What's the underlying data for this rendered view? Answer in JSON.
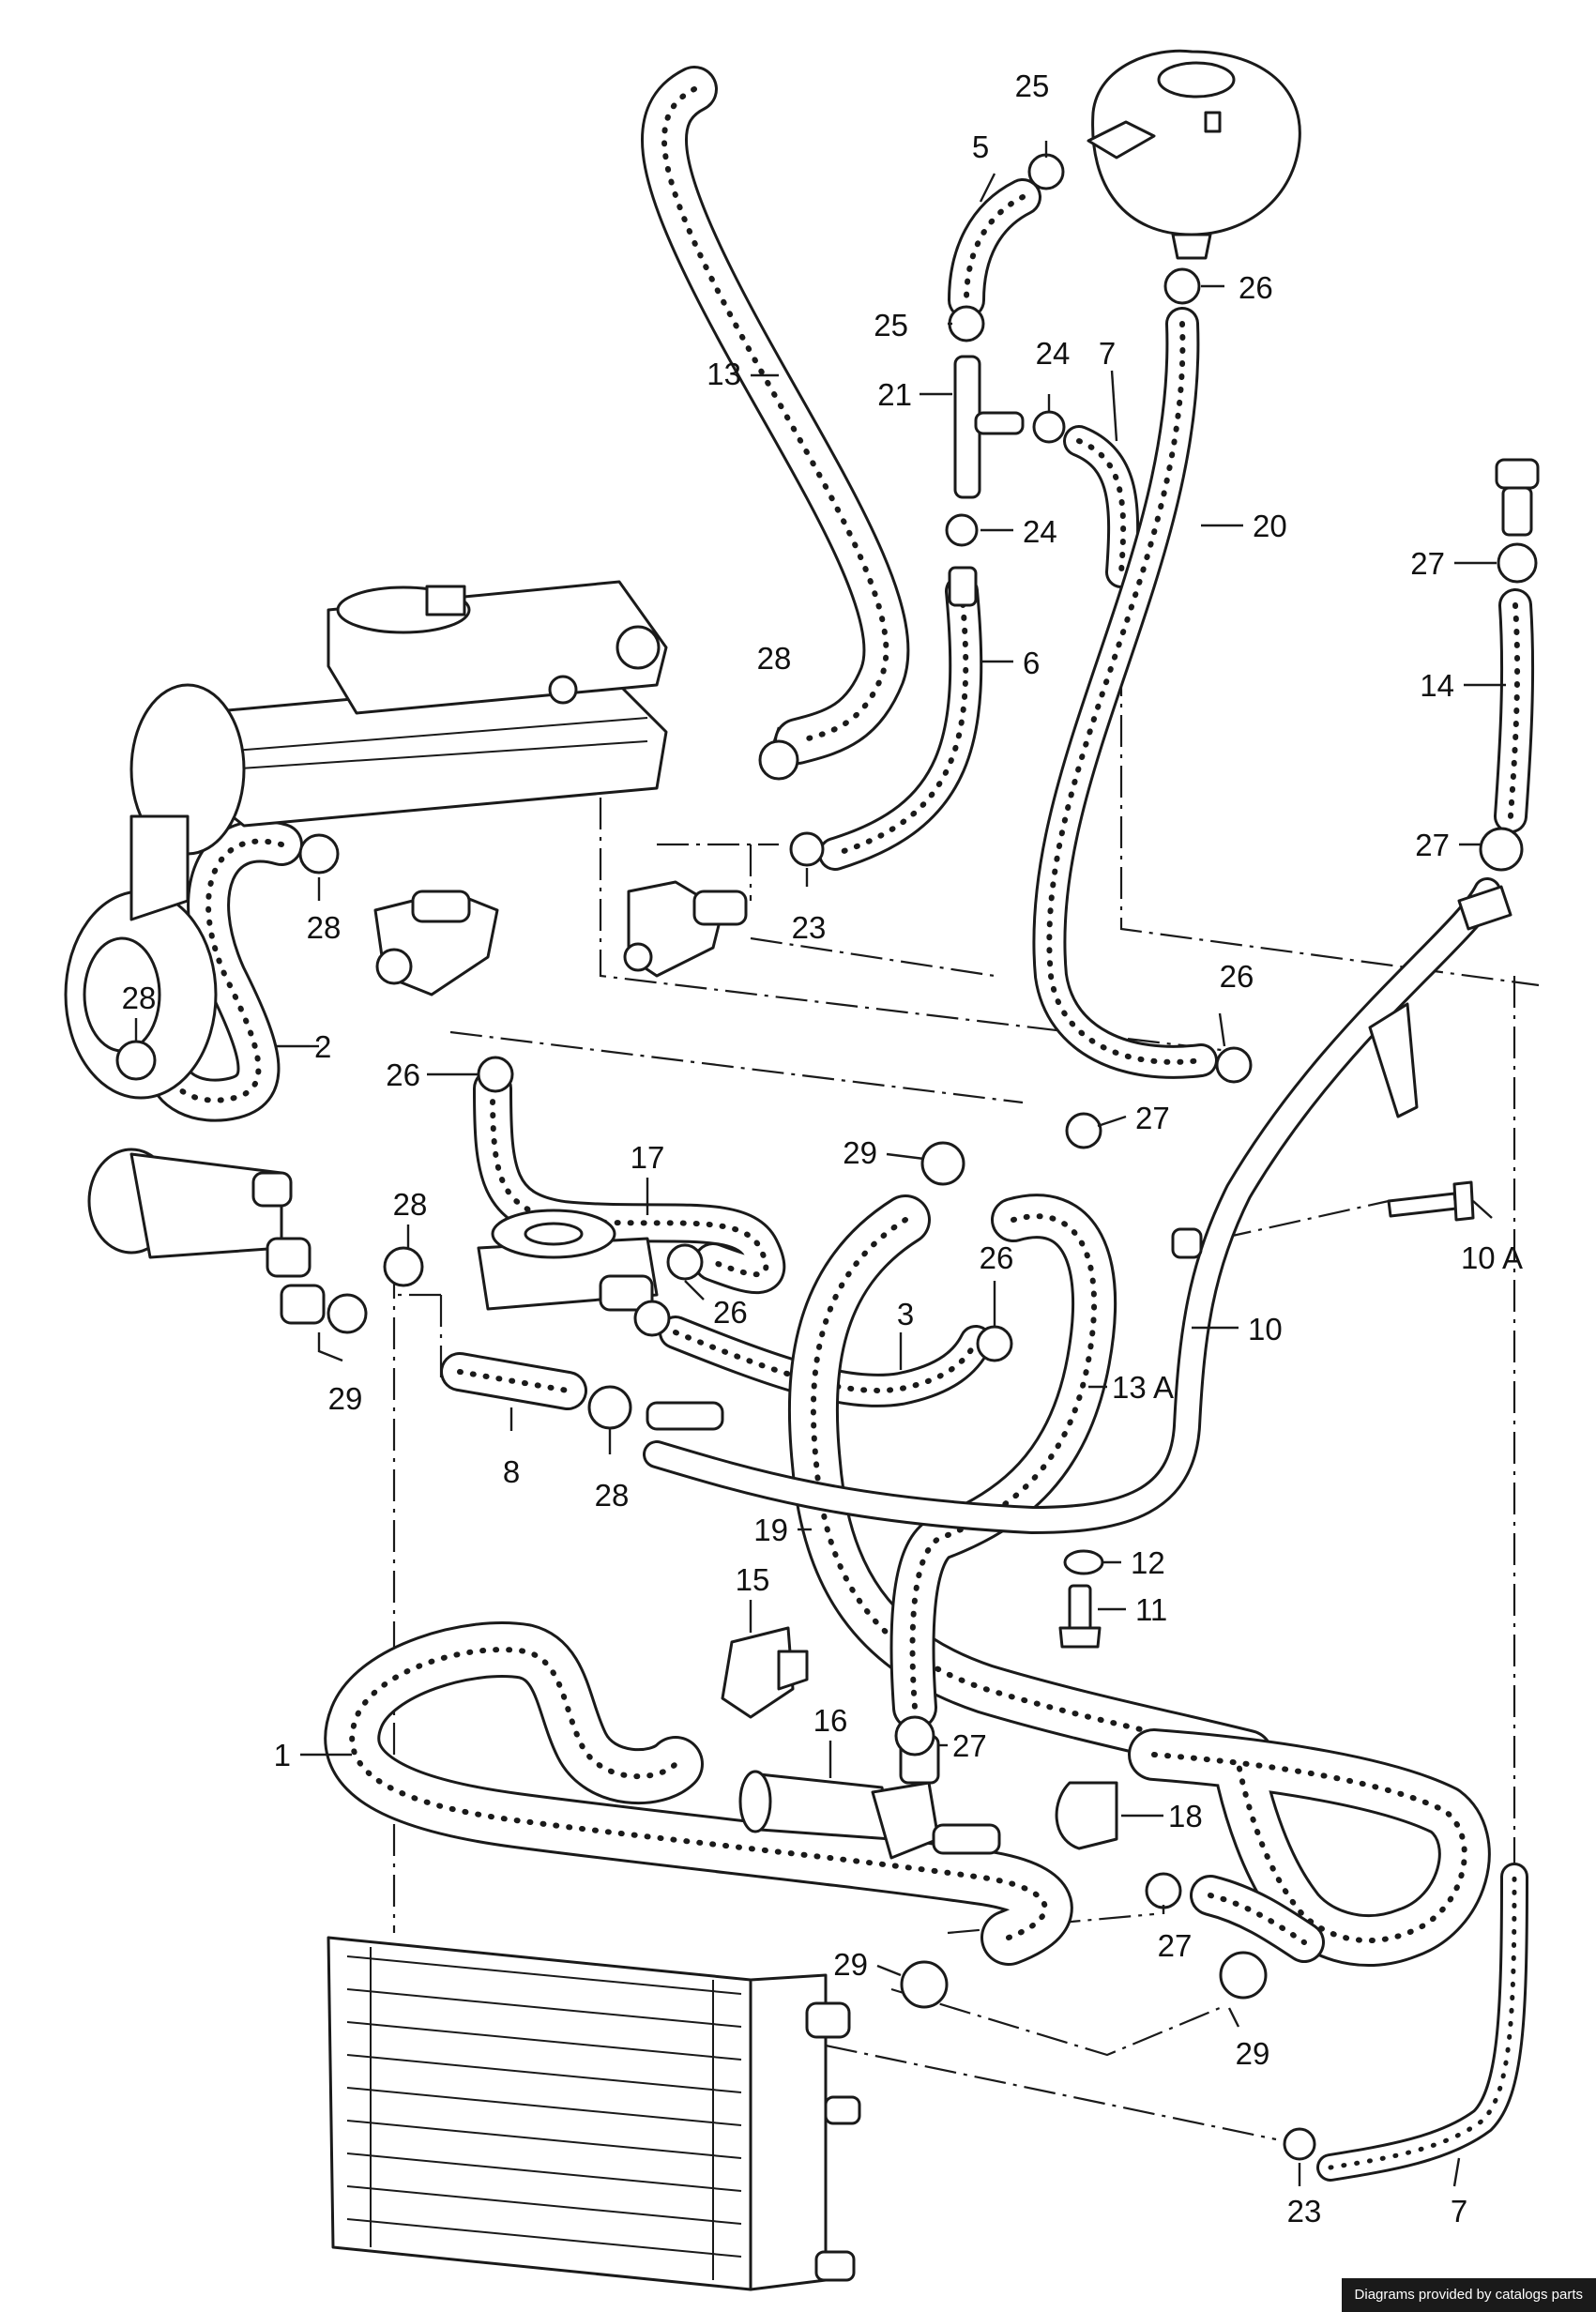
{
  "callouts": {
    "c1": "1",
    "c2": "2",
    "c3": "3",
    "c5": "5",
    "c6": "6",
    "c7a": "7",
    "c7b": "7",
    "c8": "8",
    "c10": "10",
    "c10a": "10 A",
    "c11": "11",
    "c12": "12",
    "c13": "13",
    "c13a": "13 A",
    "c14": "14",
    "c15": "15",
    "c16": "16",
    "c17": "17",
    "c18": "18",
    "c19": "19",
    "c20": "20",
    "c21": "21",
    "c23a": "23",
    "c23b": "23",
    "c24a": "24",
    "c24b": "24",
    "c25a": "25",
    "c25b": "25",
    "c26a": "26",
    "c26b": "26",
    "c26c": "26",
    "c26d": "26",
    "c26e": "26",
    "c27a": "27",
    "c27b": "27",
    "c27c": "27",
    "c27d": "27",
    "c27e": "27",
    "c28a": "28",
    "c28b": "28",
    "c28c": "28",
    "c28d": "28",
    "c28e": "28",
    "c29a": "29",
    "c29b": "29",
    "c29c": "29",
    "c29d": "29"
  },
  "credit": "Diagrams provided by catalogs parts"
}
